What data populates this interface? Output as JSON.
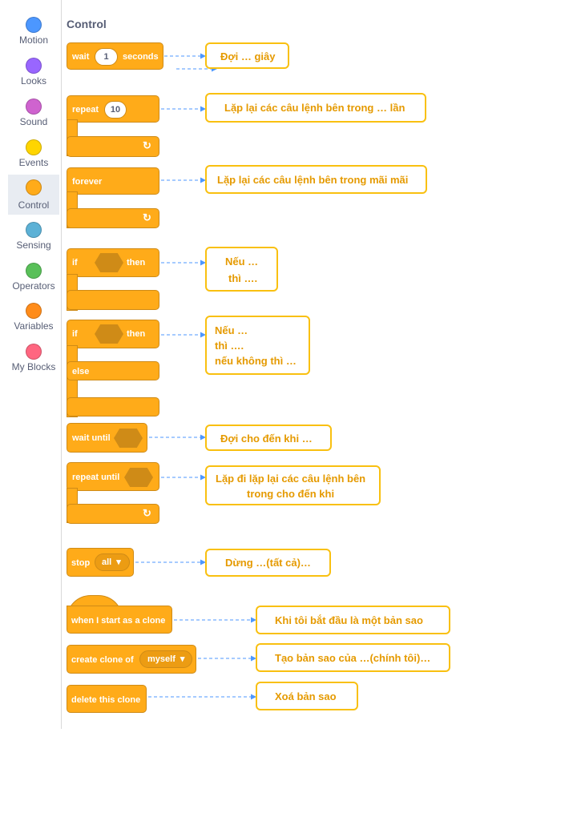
{
  "categories": [
    {
      "label": "Motion",
      "color": "#4c97ff"
    },
    {
      "label": "Looks",
      "color": "#9966ff"
    },
    {
      "label": "Sound",
      "color": "#cf63cf"
    },
    {
      "label": "Events",
      "color": "#ffd500"
    },
    {
      "label": "Control",
      "color": "#ffab19"
    },
    {
      "label": "Sensing",
      "color": "#5cb1d6"
    },
    {
      "label": "Operators",
      "color": "#59c059"
    },
    {
      "label": "Variables",
      "color": "#ff8c1a"
    },
    {
      "label": "My Blocks",
      "color": "#ff6680"
    }
  ],
  "active_category": "Control",
  "palette_title": "Control",
  "blocks": {
    "wait": {
      "label1": "wait",
      "value": "1",
      "label2": "seconds"
    },
    "repeat": {
      "label": "repeat",
      "value": "10"
    },
    "forever": {
      "label": "forever"
    },
    "if_then": {
      "label1": "if",
      "label2": "then"
    },
    "if_else": {
      "label1": "if",
      "label2": "then",
      "label3": "else"
    },
    "wait_until": {
      "label": "wait until"
    },
    "repeat_until": {
      "label": "repeat until"
    },
    "stop": {
      "label": "stop",
      "option": "all"
    },
    "when_clone": {
      "label": "when I start as a clone"
    },
    "create_clone": {
      "label": "create clone of",
      "option": "myself"
    },
    "delete_clone": {
      "label": "delete this clone"
    }
  },
  "notes": {
    "wait": [
      "Đợi … giây"
    ],
    "repeat": [
      "Lặp lại các câu lệnh bên trong … lần"
    ],
    "forever": [
      "Lặp lại các câu lệnh bên trong mãi mãi"
    ],
    "if_then": [
      "Nếu …",
      "thì …."
    ],
    "if_else": [
      "Nếu …",
      "thì ….",
      "nếu không thì …"
    ],
    "wait_until": [
      "Đợi cho đến khi …"
    ],
    "repeat_until": [
      "Lặp đi lặp lại các câu lệnh bên",
      "trong cho đến khi"
    ],
    "stop": [
      "Dừng …(tất cả)…"
    ],
    "when_clone": [
      "Khi tôi bắt đầu là một bản sao"
    ],
    "create_clone": [
      "Tạo bản sao của …(chính tôi)…"
    ],
    "delete_clone": [
      "Xoá bản sao"
    ]
  },
  "icons": {
    "loop_arrow": "↻",
    "dropdown": "▾"
  },
  "colors": {
    "control": "#ffab19",
    "control_dark": "#cf8b17",
    "note_border": "#f9c010",
    "note_text": "#e59a00",
    "connector": "#4c97ff"
  }
}
